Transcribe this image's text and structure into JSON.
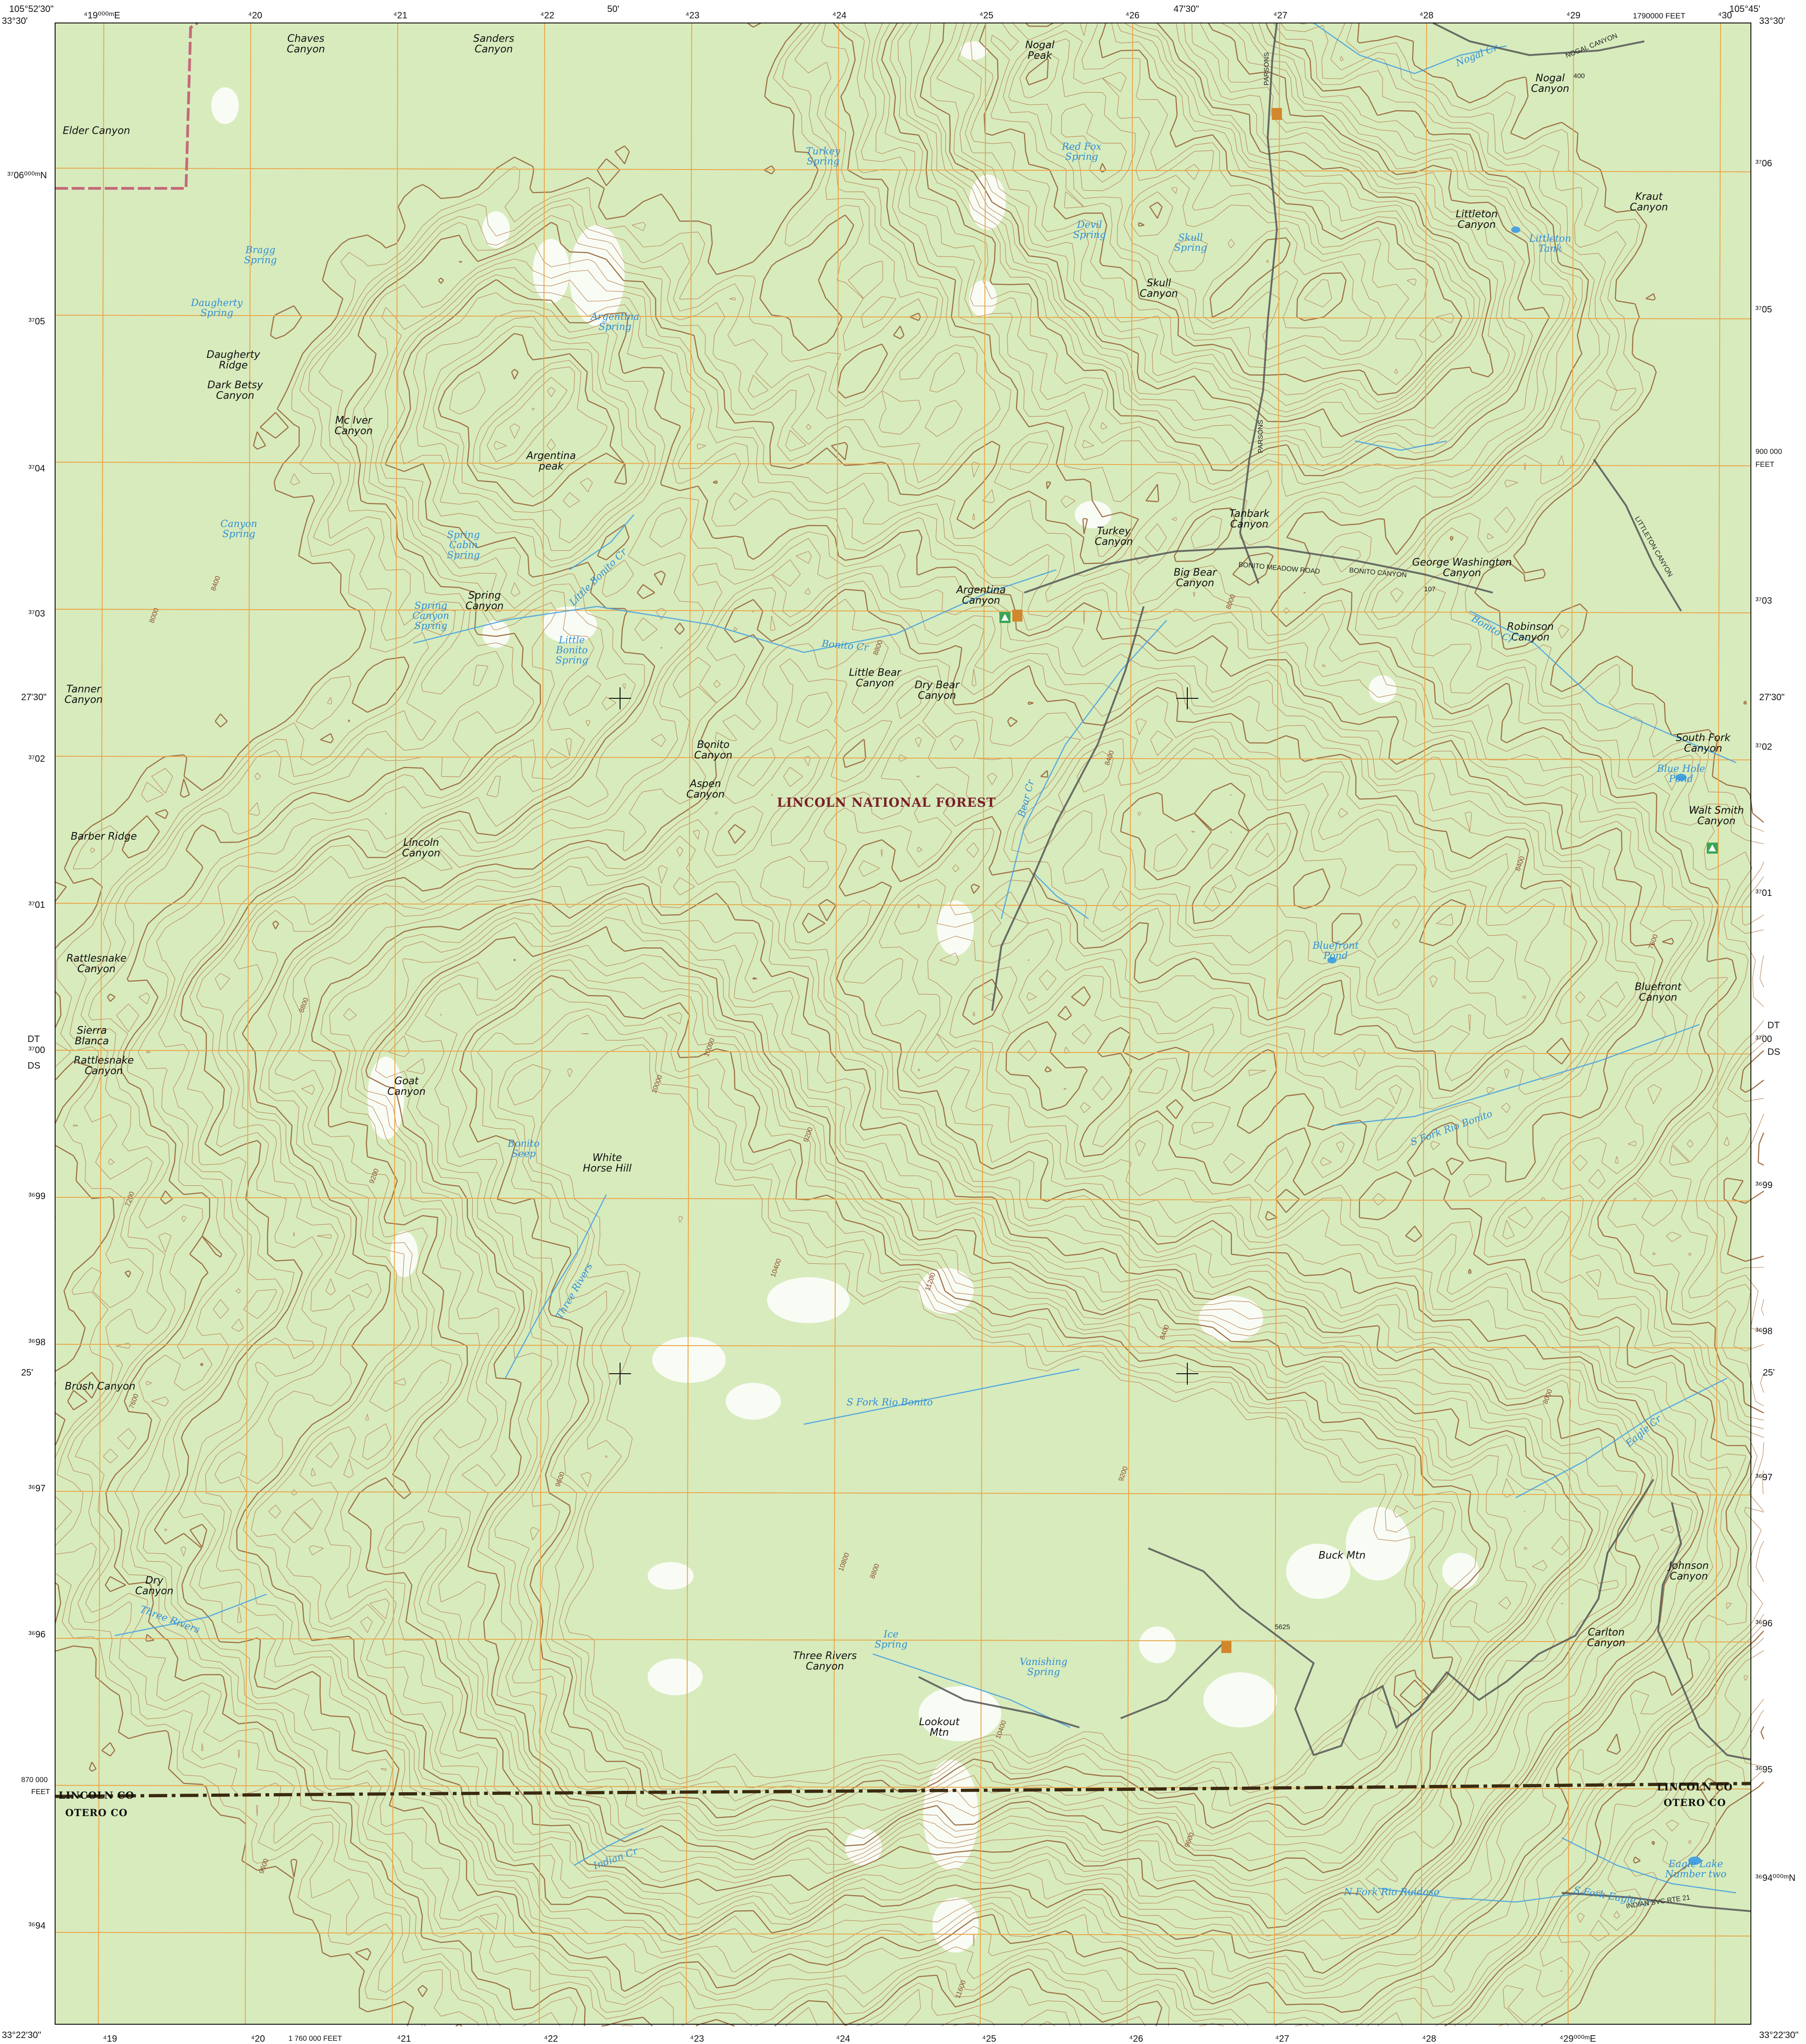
{
  "map": {
    "colors": {
      "vegetation": "#d8ebbd",
      "clearing": "#ffffff",
      "contour": "#b8875a",
      "index_contour": "#9a6a3e",
      "grid": "#e9a84a",
      "water": "#4aa3df",
      "road": "#555555",
      "boundary": "#3a2a10",
      "forest_boundary": "#c46a7a"
    },
    "corners": {
      "top_left_lat": "33°30'",
      "top_left_lon": "105°52'30\"",
      "top_right_lat": "33°30'",
      "top_right_lon": "105°45'",
      "bottom_left_lat": "33°22'30\"",
      "bottom_right_lat": "33°22'30\""
    },
    "top_edge": {
      "first_easting": "⁴19⁰⁰⁰ᵐE",
      "eastings": [
        "⁴20",
        "⁴21",
        "⁴22",
        "⁴23",
        "⁴24",
        "⁴25",
        "⁴26",
        "⁴27",
        "⁴28",
        "⁴29",
        "⁴30"
      ],
      "minutes_50": "50'",
      "minutes_4730": "47'30\"",
      "state_plane": "1790000 FEET"
    },
    "bottom_edge": {
      "eastings": [
        "⁴19",
        "⁴20",
        "⁴21",
        "⁴22",
        "⁴23",
        "⁴24",
        "⁴25",
        "⁴26",
        "⁴27",
        "⁴28"
      ],
      "last_easting": "⁴29⁰⁰⁰ᵐE",
      "state_plane": "1 760 000 FEET"
    },
    "left_edge": {
      "first_northing": "³⁷06⁰⁰⁰ᵐN",
      "northings": [
        "³⁷05",
        "³⁷04",
        "³⁷03",
        "³⁷02",
        "³⁷01",
        "³⁷00",
        "³⁶99",
        "³⁶98",
        "³⁶97",
        "³⁶96",
        "³⁶94"
      ],
      "min_2730": "27'30\"",
      "min_25": "25'",
      "dt": "DT",
      "ds": "DS",
      "state_plane_value": "870 000",
      "state_plane_unit": "FEET"
    },
    "right_edge": {
      "northings": [
        "³⁷06",
        "³⁷05",
        "³⁷03",
        "³⁷02",
        "³⁷01",
        "³⁷00",
        "³⁶99",
        "³⁶98",
        "³⁶97",
        "³⁶96",
        "³⁶95"
      ],
      "last_northing": "³⁶94⁰⁰⁰ᵐN",
      "min_2730": "27'30\"",
      "min_25": "25'",
      "dt": "DT",
      "ds": "DS",
      "state_plane_value": "900 000",
      "state_plane_unit": "FEET"
    },
    "features": [
      {
        "text": "Chaves\nCanyon"
      },
      {
        "text": "Sanders\nCanyon"
      },
      {
        "text": "Nogal\nPeak"
      },
      {
        "text": "Nogal\nCanyon"
      },
      {
        "text": "Elder Canyon"
      },
      {
        "text": "Kraut\nCanyon"
      },
      {
        "text": "Littleton\nCanyon"
      },
      {
        "text": "Skull\nCanyon"
      },
      {
        "text": "Daugherty\nRidge"
      },
      {
        "text": "Dark Betsy\nCanyon"
      },
      {
        "text": "Mc Iver\nCanyon"
      },
      {
        "text": "Argentina\npeak"
      },
      {
        "text": "Turkey\nCanyon"
      },
      {
        "text": "Tanbark\nCanyon"
      },
      {
        "text": "George Washington\nCanyon"
      },
      {
        "text": "Big Bear\nCanyon"
      },
      {
        "text": "Argentina\nCanyon"
      },
      {
        "text": "Spring\nCanyon"
      },
      {
        "text": "Robinson\nCanyon"
      },
      {
        "text": "Tanner\nCanyon"
      },
      {
        "text": "Little Bear\nCanyon"
      },
      {
        "text": "Dry Bear\nCanyon"
      },
      {
        "text": "Bonito\nCanyon"
      },
      {
        "text": "Aspen\nCanyon"
      },
      {
        "text": "South Fork\nCanyon"
      },
      {
        "text": "Barber Ridge"
      },
      {
        "text": "Lincoln\nCanyon"
      },
      {
        "text": "Walt Smith\nCanyon"
      },
      {
        "text": "Rattlesnake\nCanyon"
      },
      {
        "text": "Bluefront\nCanyon"
      },
      {
        "text": "Sierra\nBlanca"
      },
      {
        "text": "Rattlesnake\nCanyon"
      },
      {
        "text": "Goat\nCanyon"
      },
      {
        "text": "White\nHorse Hill"
      },
      {
        "text": "Brush Canyon"
      },
      {
        "text": "Buck Mtn"
      },
      {
        "text": "Johnson\nCanyon"
      },
      {
        "text": "Dry\nCanyon"
      },
      {
        "text": "Carlton\nCanyon"
      },
      {
        "text": "Three Rivers\nCanyon"
      },
      {
        "text": "Lookout\nMtn"
      }
    ],
    "water_features": [
      {
        "text": "Nogal Cr"
      },
      {
        "text": "Turkey\nSpring"
      },
      {
        "text": "Red Fox\nSpring"
      },
      {
        "text": "Devil\nSpring"
      },
      {
        "text": "Skull\nSpring"
      },
      {
        "text": "Littleton\nTank"
      },
      {
        "text": "Bragg\nSpring"
      },
      {
        "text": "Daugherty\nSpring"
      },
      {
        "text": "Argentina\nSpring"
      },
      {
        "text": "Canyon\nSpring"
      },
      {
        "text": "Spring\nCabin\nSpring"
      },
      {
        "text": "Little Bonito Cr"
      },
      {
        "text": "Spring\nCanyon\nSpring"
      },
      {
        "text": "Little\nBonito\nSpring"
      },
      {
        "text": "Bonito Cr"
      },
      {
        "text": "Bonito Cr"
      },
      {
        "text": "Blue Hole\nPond"
      },
      {
        "text": "Bear Cr"
      },
      {
        "text": "Bluefront\nPond"
      },
      {
        "text": "Bonito\nSeep"
      },
      {
        "text": "S Fork Rio Bonito"
      },
      {
        "text": "Three Rivers"
      },
      {
        "text": "S Fork Rio Bonito"
      },
      {
        "text": "Eagle Cr"
      },
      {
        "text": "Three Rivers"
      },
      {
        "text": "Ice\nSpring"
      },
      {
        "text": "Vanishing\nSpring"
      },
      {
        "text": "Indian Cr"
      },
      {
        "text": "Eagle Lake\nNumber two"
      },
      {
        "text": "S Fork Eagle Cr"
      },
      {
        "text": "N Fork Rio Ruidoso"
      }
    ],
    "forest_name": "LINCOLN\nNATIONAL FOREST",
    "counties": {
      "north": "LINCOLN CO",
      "south": "OTERO CO"
    },
    "roads": [
      {
        "text": "NOGAL CANYON"
      },
      {
        "text": "BONITO MEADOW ROAD"
      },
      {
        "text": "BONITO CANYON"
      },
      {
        "text": "LITTLETON CANYON"
      },
      {
        "text": "PARSONS"
      },
      {
        "text": "PARSONS"
      },
      {
        "text": "INDIAN SVC RTE 21"
      },
      {
        "text": "107"
      },
      {
        "text": "5625"
      },
      {
        "text": "400"
      }
    ],
    "elevations": [
      "7200",
      "7600",
      "8000",
      "8400",
      "8800",
      "9200",
      "9600",
      "10000",
      "10400",
      "11200",
      "8000",
      "8400",
      "8800",
      "9200",
      "9600",
      "10000",
      "8400",
      "9200",
      "7600",
      "8000",
      "8800",
      "10400",
      "11600",
      "10800",
      "9600",
      "8400"
    ]
  }
}
